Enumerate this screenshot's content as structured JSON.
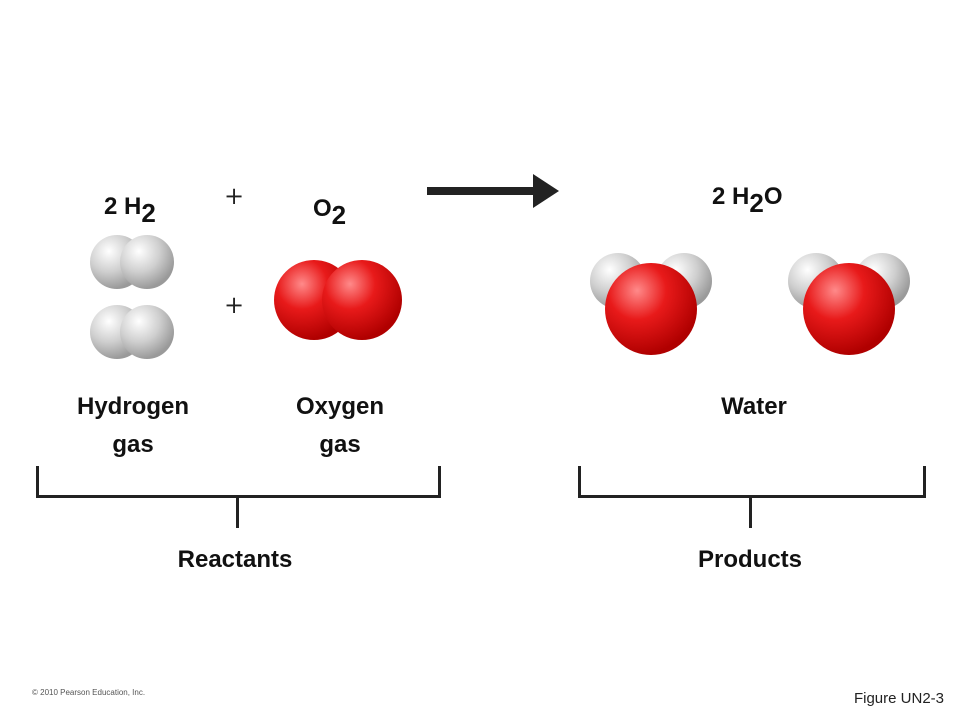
{
  "reactants": {
    "hydrogen": {
      "coefficient": "2 H",
      "subscript": "2",
      "label_line1": "Hydrogen",
      "label_line2": "gas"
    },
    "plus_top": "+",
    "plus_middle": "+",
    "oxygen": {
      "symbol": "O",
      "subscript": "2",
      "label_line1": "Oxygen",
      "label_line2": "gas"
    },
    "group_label": "Reactants"
  },
  "products": {
    "water": {
      "prefix": "2 H",
      "subscript": "2",
      "suffix": "O",
      "label": "Water"
    },
    "group_label": "Products"
  },
  "footer": {
    "copyright": "© 2010 Pearson Education, Inc.",
    "figure_id": "Figure UN2-3"
  },
  "colors": {
    "hydrogen_atom": "#cfcfcf",
    "oxygen_atom": "#e01010",
    "arrow": "#222222"
  }
}
